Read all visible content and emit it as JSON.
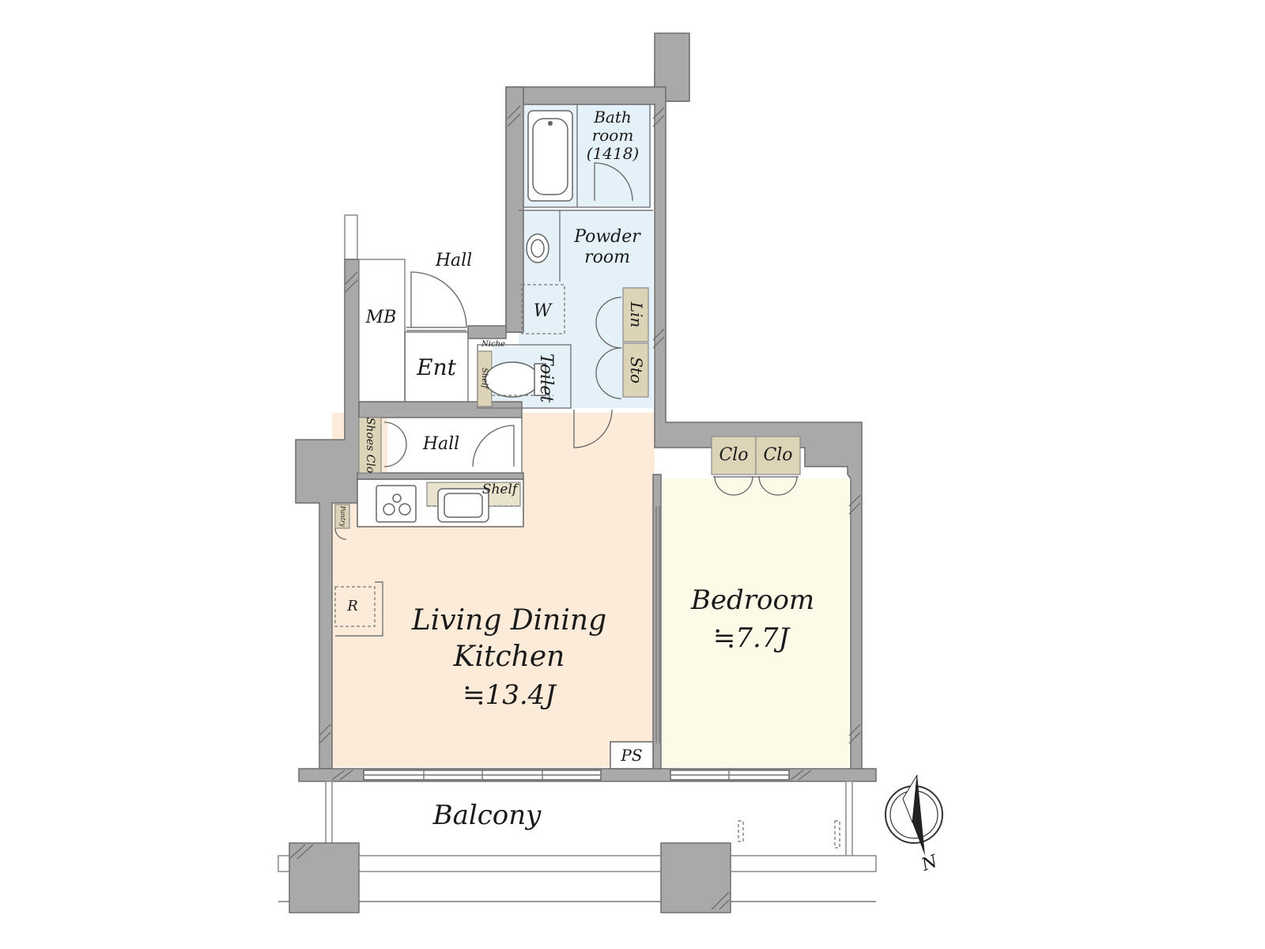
{
  "rooms": {
    "ldk_line1": "Living Dining",
    "ldk_line2": "Kitchen",
    "ldk_area": "≒13.4J",
    "bedroom": "Bedroom",
    "bedroom_area": "≒7.7J",
    "balcony": "Balcony",
    "bath_line1": "Bath",
    "bath_line2": "room",
    "bath_line3": "(1418)",
    "powder_line1": "Powder",
    "powder_line2": "room",
    "toilet": "Toilet",
    "entrance": "Ent",
    "hall_upper": "Hall",
    "hall_lower": "Hall",
    "mb": "MB"
  },
  "storage": {
    "clo_left": "Clo",
    "clo_right": "Clo",
    "linen": "Lin",
    "storage": "Sto",
    "shoes_clo": "Shoes Clo",
    "shelf_kitchen": "Shelf",
    "shelf_toilet": "Shelf",
    "niche": "Niche",
    "pantry": "Pantry",
    "washer": "W",
    "refrigerator": "R",
    "pipe_space": "PS"
  },
  "compass": {
    "north_label": "N"
  },
  "colors": {
    "ldk": "#fcebd8",
    "bedroom": "#fdfbe8",
    "wet_area": "#e4f1f8",
    "storage": "#ddd3b7",
    "wall": "#a9a9a9"
  }
}
